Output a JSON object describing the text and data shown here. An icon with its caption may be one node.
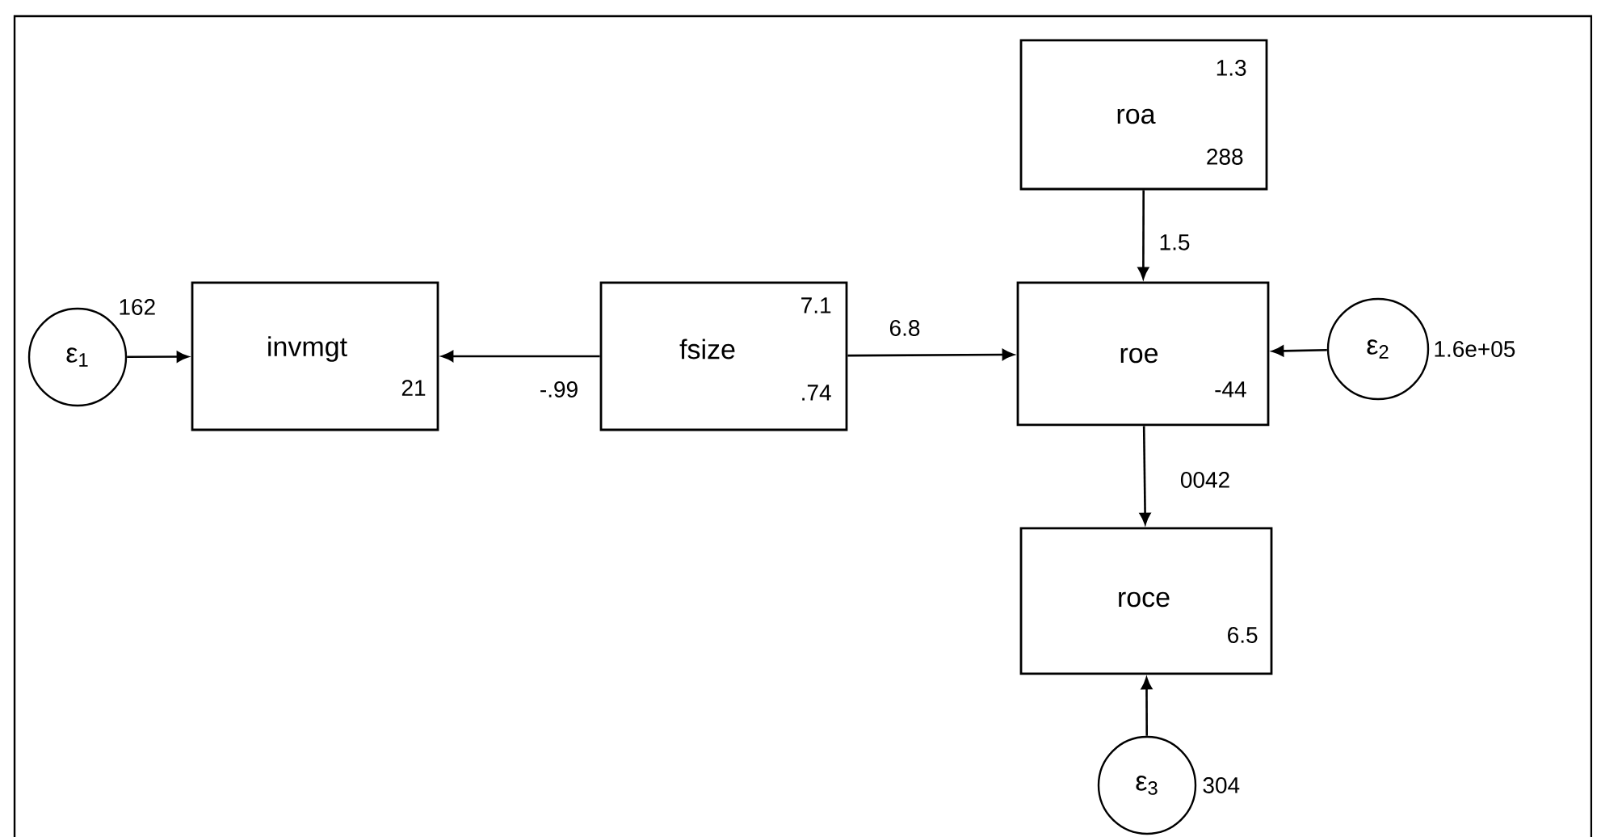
{
  "diagram": {
    "nodes": [
      {
        "text": [
          "invmgt",
          "21"
        ]
      },
      {
        "text": [
          "fsize",
          "7.1",
          ".74"
        ]
      },
      {
        "text": [
          "roa",
          "1.3",
          "288"
        ]
      },
      {
        "text": [
          "roe",
          "-44"
        ]
      },
      {
        "text": [
          "roce",
          "6.5"
        ]
      },
      {
        "text": [
          "ε$_{1}$"
        ],
        "beside": [
          "162"
        ]
      },
      {
        "text": [
          "ε$_{2}$"
        ],
        "beside": [
          "1.6e+05"
        ]
      },
      {
        "text": [
          "ε$_{3}$"
        ],
        "beside": [
          "304"
        ]
      }
    ],
    "edges": [
      {
        "from": 1,
        "to": 0,
        "arrow": "to",
        "label": "-.99"
      },
      {
        "from": 1,
        "to": 3,
        "arrow": "to",
        "label": "6.8"
      },
      {
        "from": 2,
        "to": 3,
        "arrow": "to",
        "label": "1.5"
      },
      {
        "from": 3,
        "to": 4,
        "arrow": "to",
        "label": "0042"
      },
      {
        "from": 5,
        "to": 0,
        "arrow": "to"
      },
      {
        "from": 6,
        "to": 3,
        "arrow": "to"
      },
      {
        "from": 7,
        "to": 4,
        "arrow": "to"
      }
    ]
  }
}
